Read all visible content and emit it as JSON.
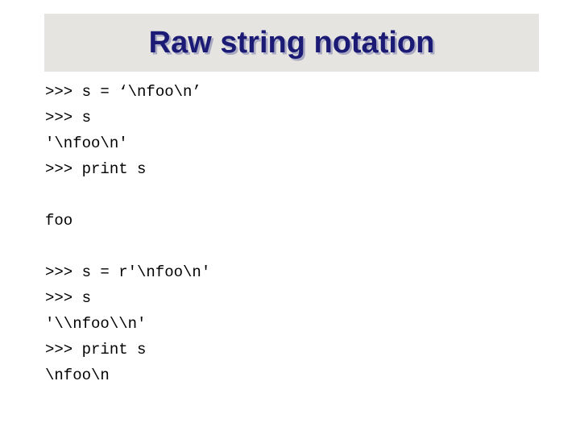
{
  "slide": {
    "title": "Raw string notation",
    "colors": {
      "background": "#ffffff",
      "title_bar_bg": "#e5e4e1",
      "title_text": "#1b1b75",
      "title_shadow": "#a9a9c2",
      "code_text": "#000000"
    },
    "code_lines": [
      ">>> s = ‘\\nfoo\\n’",
      ">>> s",
      "'\\nfoo\\n'",
      ">>> print s",
      "",
      "foo",
      "",
      ">>> s = r'\\nfoo\\n'",
      ">>> s",
      "'\\\\nfoo\\\\n'",
      ">>> print s",
      "\\nfoo\\n"
    ]
  }
}
